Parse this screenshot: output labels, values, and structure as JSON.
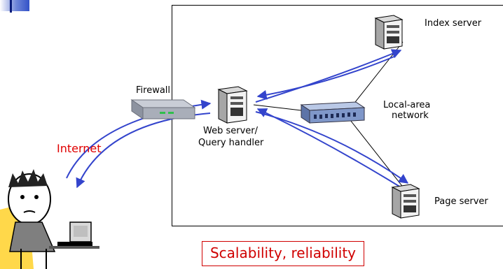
{
  "labels": {
    "firewall": "Firewall",
    "internet": "Internet",
    "web_server_line1": "Web server/",
    "web_server_line2": "Query handler",
    "index_server": "Index server",
    "lan_line1": "Local-area",
    "lan_line2": "network",
    "page_server": "Page server"
  },
  "callout": "Scalability, reliability",
  "icons": [
    "user-at-computer-icon",
    "firewall-device-icon",
    "server-tower-icon",
    "network-switch-icon"
  ],
  "colors": {
    "arrow": "#3344cc",
    "callout": "#d00000",
    "internet": "#e00000"
  }
}
